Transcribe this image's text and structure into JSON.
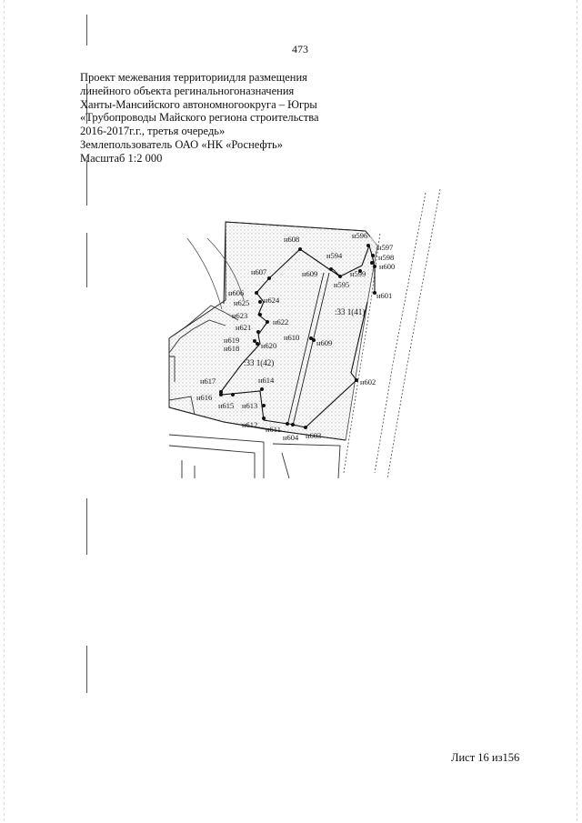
{
  "page_number": "473",
  "title_lines": [
    "Проект межевания территориидля размещения",
    "линейного объекта регинальногоназначения",
    "Ханты-Мансийского автономногоокруга – Югры",
    "«Трубопроводы Майского региона строительства",
    "2016-2017г.г., третья очередь»",
    "Землепользователь ОАО «НК «Роснефть»",
    "Масштаб 1:2 000"
  ],
  "map": {
    "points": {
      "p596": "н596",
      "p597": "н597",
      "p598": "н598",
      "p600": "н600",
      "p599": "н599",
      "p594": "н594",
      "p595": "н595",
      "p601": "н601",
      "p608": "н608",
      "p609top": "н609",
      "p607": "н607",
      "p606": "н606",
      "p625": "н625",
      "p624": "н624",
      "p623": "н623",
      "p622": "н622",
      "p621": "н621",
      "p619": "н619",
      "p618": "н618",
      "p620": "н620",
      "p610": "н610",
      "p609": "н609",
      "p602": "н602",
      "p617": "н617",
      "p614": "н614",
      "p616": "н616",
      "p615": "н615",
      "p613": "н613",
      "p612": "н612",
      "p611": "н611",
      "p604": "н604",
      "p603": "н603"
    },
    "zones": {
      "z41": ":33 1(41)",
      "z42": ":33 1(42)"
    }
  },
  "sheet_label": "Лист 16 из156"
}
